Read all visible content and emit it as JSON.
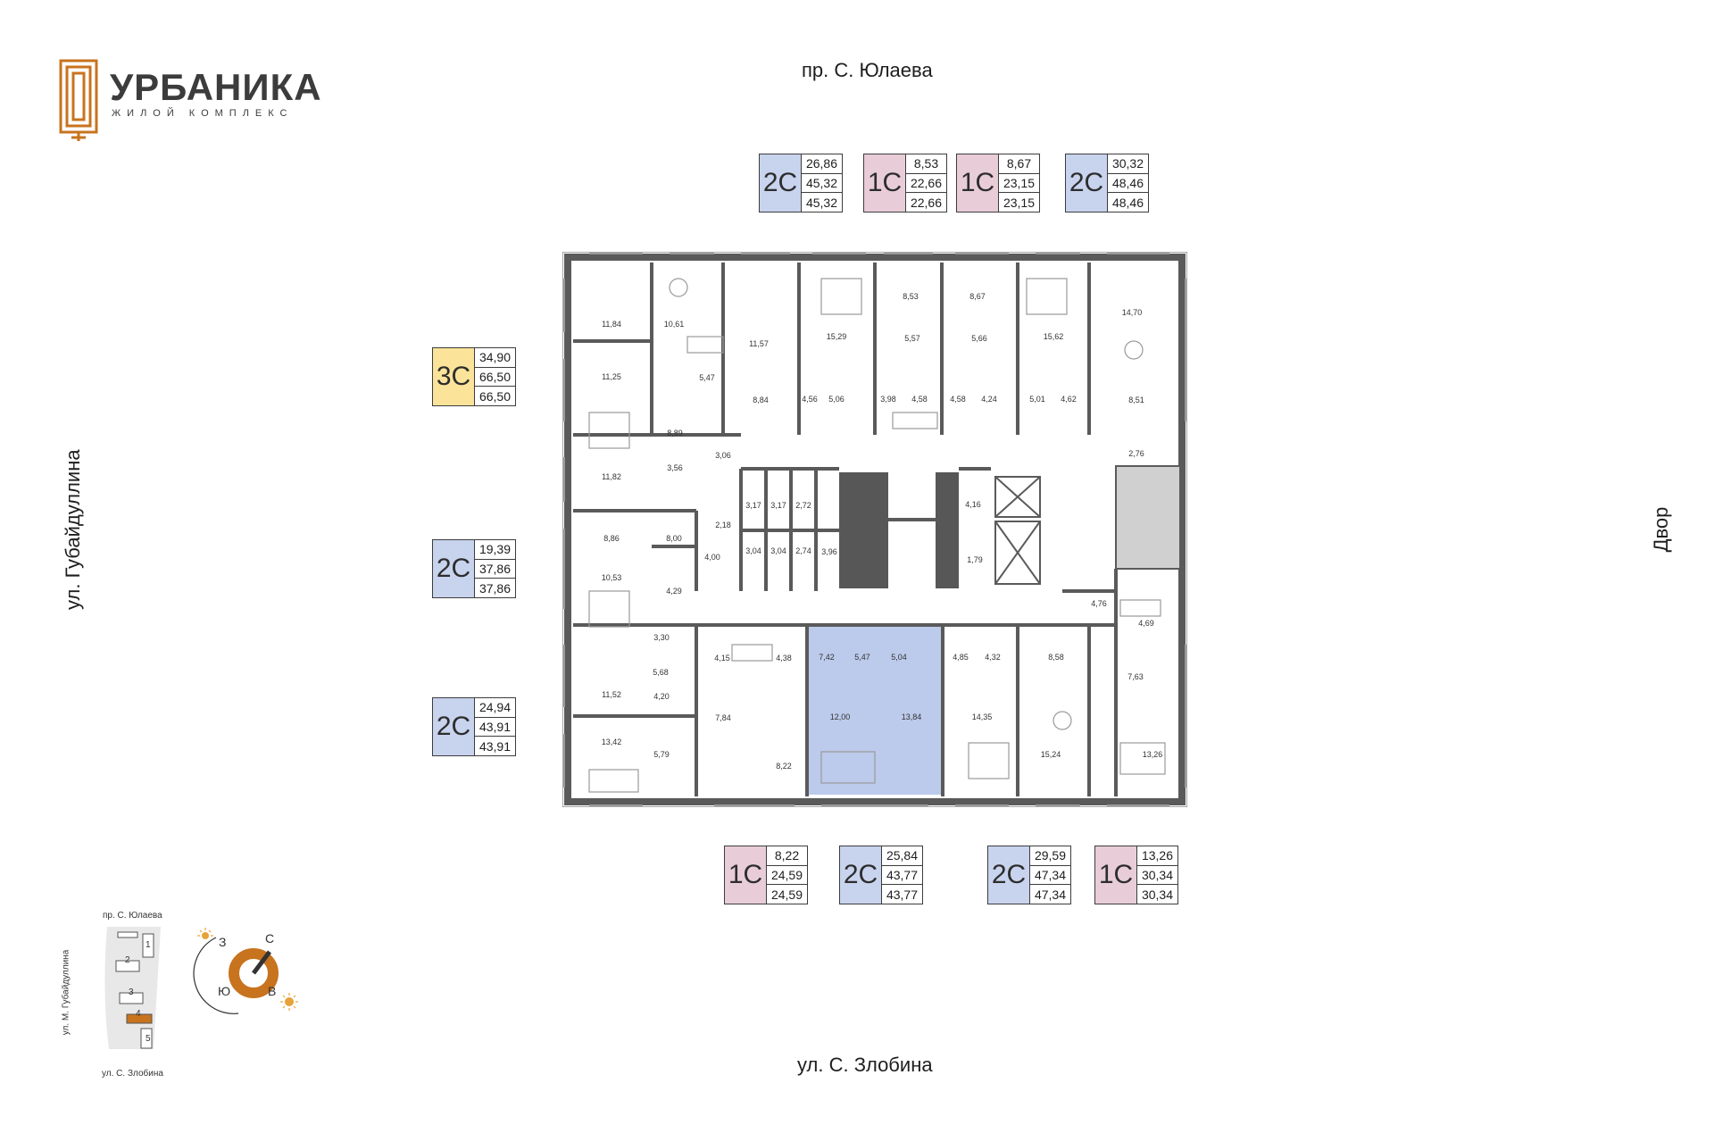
{
  "brand": {
    "name": "УРБАНИКА",
    "subtitle": "ЖИЛОЙ КОМПЛЕКС",
    "color": "#c8731e"
  },
  "streets": {
    "top": "пр. С. Юлаева",
    "bottom": "ул. С. Злобина",
    "left": "ул. Губайдуллина",
    "right": "Двор"
  },
  "colors": {
    "one_room": "#e8cdd8",
    "two_room": "#c8d3ee",
    "three_room": "#fbe39a",
    "highlight": "#bccaeb",
    "wall": "#5a5a5a",
    "core": "#575757"
  },
  "apartments": [
    {
      "type": "2С",
      "values": [
        "26,86",
        "45,32",
        "45,32"
      ]
    },
    {
      "type": "1С",
      "values": [
        "8,53",
        "22,66",
        "22,66"
      ]
    },
    {
      "type": "1С",
      "values": [
        "8,67",
        "23,15",
        "23,15"
      ]
    },
    {
      "type": "2С",
      "values": [
        "30,32",
        "48,46",
        "48,46"
      ]
    },
    {
      "type": "3С",
      "values": [
        "34,90",
        "66,50",
        "66,50"
      ]
    },
    {
      "type": "2С",
      "values": [
        "19,39",
        "37,86",
        "37,86"
      ]
    },
    {
      "type": "2С",
      "values": [
        "24,94",
        "43,91",
        "43,91"
      ]
    },
    {
      "type": "1С",
      "values": [
        "8,22",
        "24,59",
        "24,59"
      ]
    },
    {
      "type": "2С",
      "values": [
        "25,84",
        "43,77",
        "43,77"
      ]
    },
    {
      "type": "2С",
      "values": [
        "29,59",
        "47,34",
        "47,34"
      ]
    },
    {
      "type": "1С",
      "values": [
        "13,26",
        "30,34",
        "30,34"
      ]
    }
  ],
  "rooms": [
    "11,84",
    "10,61",
    "11,57",
    "15,29",
    "8,53",
    "8,67",
    "15,62",
    "14,70",
    "5,57",
    "5,66",
    "11,25",
    "5,47",
    "8,84",
    "4,56",
    "5,06",
    "3,98",
    "4,58",
    "4,58",
    "4,24",
    "5,01",
    "4,62",
    "8,51",
    "8,89",
    "3,06",
    "11,82",
    "3,56",
    "2,76",
    "3,17",
    "3,17",
    "2,72",
    "4,16",
    "8,86",
    "8,00",
    "2,18",
    "3,04",
    "3,04",
    "2,74",
    "3,96",
    "1,79",
    "4,00",
    "10,53",
    "4,29",
    "4,76",
    "4,69",
    "3,30",
    "5,68",
    "4,15",
    "4,38",
    "7,42",
    "5,47",
    "5,04",
    "4,85",
    "4,32",
    "8,58",
    "7,63",
    "11,52",
    "4,20",
    "7,84",
    "12,00",
    "13,84",
    "14,35",
    "13,42",
    "5,79",
    "8,22",
    "15,24",
    "13,26"
  ],
  "site_plan": {
    "top_street": "пр. С. Юлаева",
    "bottom_street": "ул. С. Злобина",
    "side_street": "ул. М. Губайдуллина",
    "buildings": [
      "1",
      "2",
      "3",
      "4",
      "5"
    ],
    "current_building": "4"
  },
  "compass": {
    "north": "С",
    "south": "Ю",
    "east": "В",
    "west": "З"
  }
}
